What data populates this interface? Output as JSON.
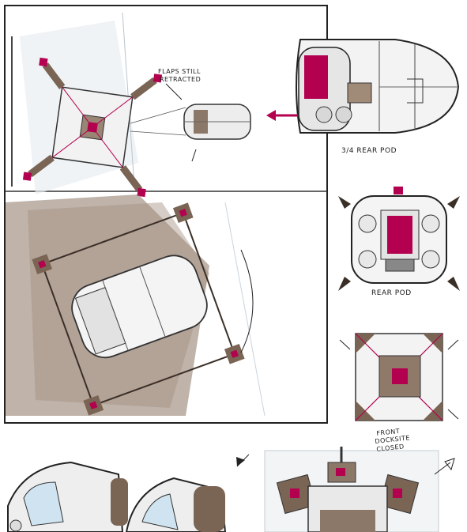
{
  "labels": {
    "flaps_line1": "FLAPS STILL",
    "flaps_line2": "RETRACTED",
    "rear_pod_34": "3/4 REAR POD",
    "rear_pod": "REAR POD",
    "front_line1": "FRONT",
    "front_line2": "DOCKSITE",
    "front_line3": "CLOSED"
  },
  "colors": {
    "accent_magenta": "#b3004f",
    "structure_brown": "#7a6454",
    "panel_border": "#222222",
    "sky_blue": "#cfe3f0"
  }
}
